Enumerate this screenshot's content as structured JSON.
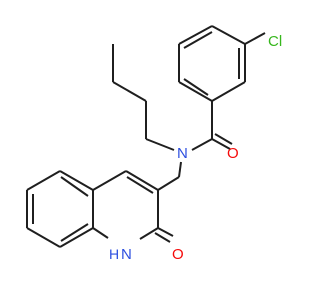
{
  "molecule": {
    "atoms": {
      "cl": {
        "label": "Cl",
        "color": "#37b71d"
      },
      "o_amide": {
        "label": "O",
        "color": "#f50a0a"
      },
      "n_amide": {
        "label": "N",
        "color": "#2d4fe0"
      },
      "nh": {
        "label": "H",
        "color": "#2d4fe0"
      },
      "n_ring": {
        "label": "N",
        "color": "#2d4fe0"
      },
      "o_ring": {
        "label": "O",
        "color": "#f50a0a"
      }
    },
    "bond_color": "#1f1f1f"
  }
}
